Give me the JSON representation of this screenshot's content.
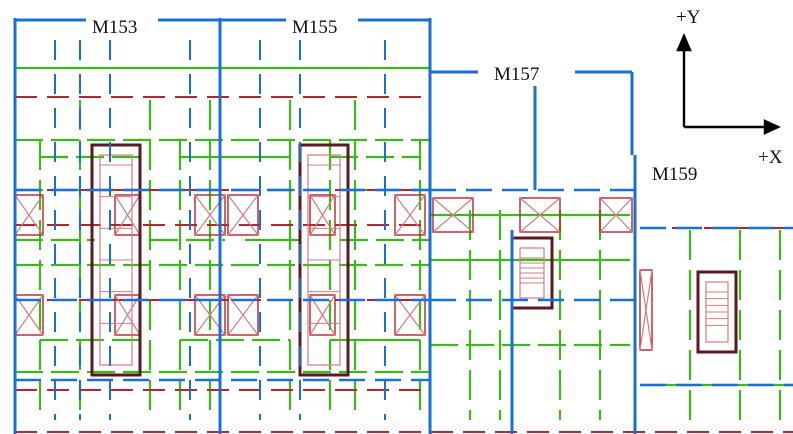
{
  "units": {
    "m153": "M153",
    "m155": "M155",
    "m157": "M157",
    "m159": "M159"
  },
  "axes": {
    "y_label": "+Y",
    "x_label": "+X"
  },
  "colors": {
    "unit_boundary": "#1a6fd6",
    "wall_green": "#3cb81e",
    "beam_red": "#b3262b",
    "column_dark": "#5a1a22",
    "stair_pink": "#d77a80",
    "arrow": "#000000"
  }
}
